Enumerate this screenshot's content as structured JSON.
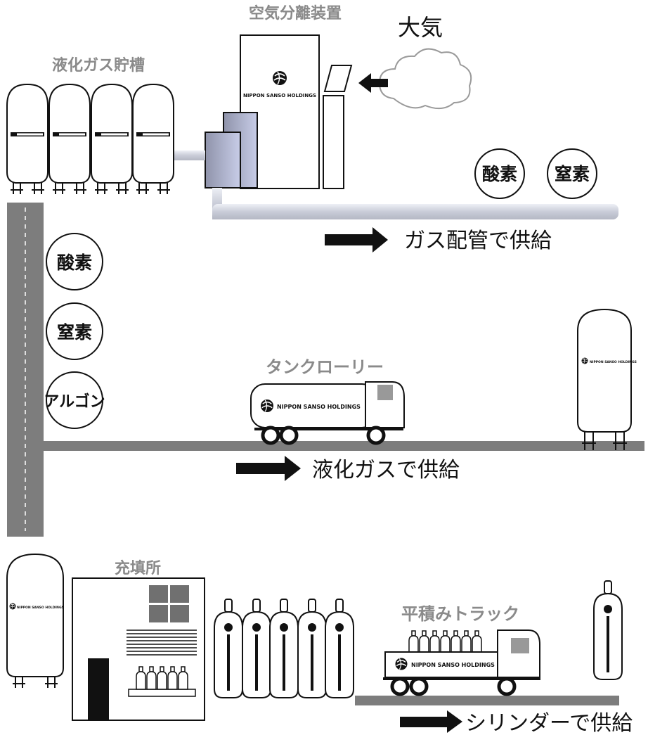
{
  "labels": {
    "asu": "空気分離装置",
    "atmosphere": "大気",
    "tank_storage": "液化ガス貯槽",
    "tank_lorry": "タンクローリー",
    "filling_station": "充填所",
    "flatbed_truck": "平積みトラック"
  },
  "supply": {
    "pipeline": "ガス配管で供給",
    "liquid": "液化ガスで供給",
    "cylinder": "シリンダーで供給"
  },
  "gases": {
    "pipe_oxygen": "酸素",
    "pipe_nitrogen": "窒素",
    "liq_oxygen": "酸素",
    "liq_nitrogen": "窒素",
    "liq_argon": "アルゴン"
  },
  "logo": {
    "text": "NIPPON SANSO HOLDINGS"
  }
}
